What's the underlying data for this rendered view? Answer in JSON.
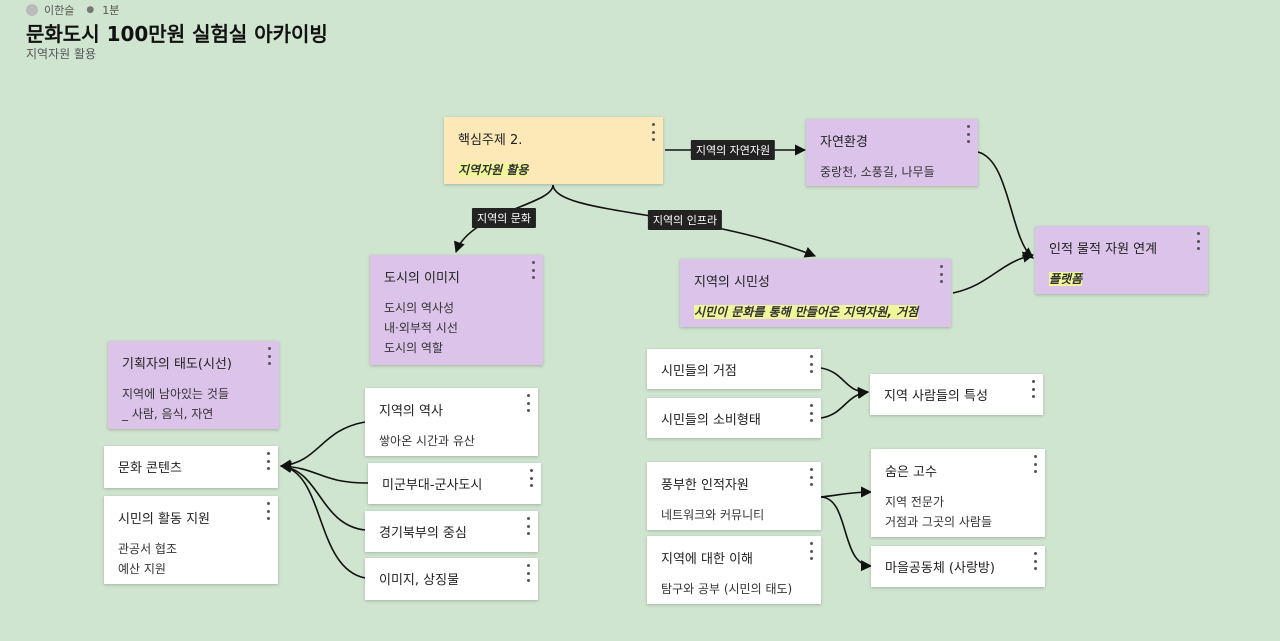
{
  "meta": {
    "author": "이한슬",
    "time": "1분"
  },
  "board": {
    "title": "문화도시 100만원 실험실 아카이빙",
    "subtitle": "지역자원 활용"
  },
  "cards": {
    "core": {
      "title": "핵심주제 2.",
      "lines": [
        "지역자원 활용"
      ],
      "highlight": true
    },
    "nature": {
      "title": "자연환경",
      "lines": [
        "중랑천, 소풍길, 나무들"
      ]
    },
    "human": {
      "title": "인적 물적 자원 연계",
      "lines": [
        "플랫폼"
      ],
      "highlight": true
    },
    "city_image": {
      "title": "도시의 이미지",
      "lines": [
        "도시의 역사성",
        "내·외부적 시선",
        "도시의 역할"
      ]
    },
    "citizenship": {
      "title": "지역의 시민성",
      "lines": [
        "시민이 문화를 통해 만들어온 지역자원, 거점"
      ],
      "highlight": true
    },
    "planner": {
      "title": "기획자의 태도(시선)",
      "lines": [
        "지역에 남아있는 것들",
        "_ 사람, 음식, 자연"
      ]
    },
    "content": {
      "title": "문화 콘텐츠",
      "lines": []
    },
    "support": {
      "title": "시민의 활동 지원",
      "lines": [
        "관공서 협조",
        "예산 지원"
      ]
    },
    "history": {
      "title": "지역의 역사",
      "lines": [
        "쌓아온 시간과 유산"
      ]
    },
    "military": {
      "title": "미군부대-군사도시",
      "lines": []
    },
    "north": {
      "title": "경기북부의 중심",
      "lines": []
    },
    "symbol": {
      "title": "이미지, 상징물",
      "lines": []
    },
    "bases": {
      "title": "시민들의 거점",
      "lines": []
    },
    "consume": {
      "title": "시민들의 소비형태",
      "lines": []
    },
    "traits": {
      "title": "지역 사람들의 특성",
      "lines": []
    },
    "rich": {
      "title": "풍부한 인적자원",
      "lines": [
        "네트워크와 커뮤니티"
      ]
    },
    "hidden": {
      "title": "숨은 고수",
      "lines": [
        "지역 전문가",
        "거점과 그곳의 사람들"
      ]
    },
    "understand": {
      "title": "지역에 대한 이해",
      "lines": [
        "탐구와 공부 (시민의 태도)"
      ]
    },
    "community": {
      "title": "마을공동체 (사랑방)",
      "lines": []
    }
  },
  "link_labels": {
    "natural_resource": "지역의 자연자원",
    "culture": "지역의 문화",
    "infra": "지역의 인프라"
  },
  "colors": {
    "background": "#cfe5cf",
    "yellow": "#fde9b8",
    "purple": "#dcc3ea",
    "white": "#ffffff",
    "highlight": "#f0f79a"
  }
}
